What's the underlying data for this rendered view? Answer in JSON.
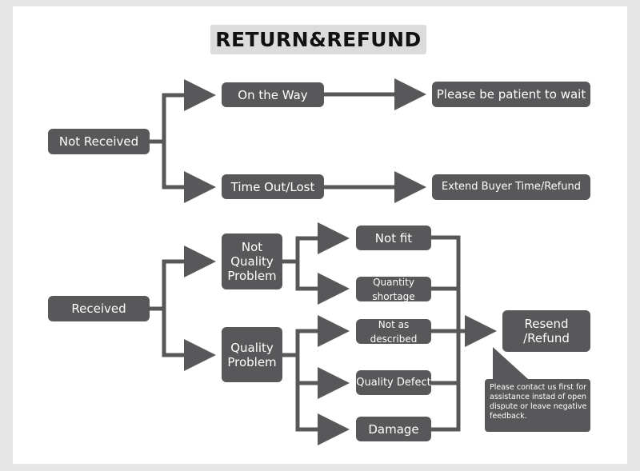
{
  "title": "RETURN&REFUND",
  "nodes": {
    "not_received": "Not Received",
    "on_the_way": "On the Way",
    "please_wait": "Please be patient to wait",
    "time_out_lost": "Time Out/Lost",
    "extend_refund": "Extend Buyer Time/Refund",
    "received": "Received",
    "not_quality_problem": "Not Quality Problem",
    "quality_problem": "Quality Problem",
    "not_fit": "Not fit",
    "quantity_shortage": "Quantity shortage",
    "not_as_described": "Not as described",
    "quality_defect": "Quality Defect",
    "damage": "Damage",
    "resend_refund": "Resend /Refund"
  },
  "note": "Please contact us first for assistance instad of open dispute or leave negative feedback.",
  "colors": {
    "box": "#58585a",
    "line": "#58585a",
    "title_bg": "#dcdcdc"
  }
}
